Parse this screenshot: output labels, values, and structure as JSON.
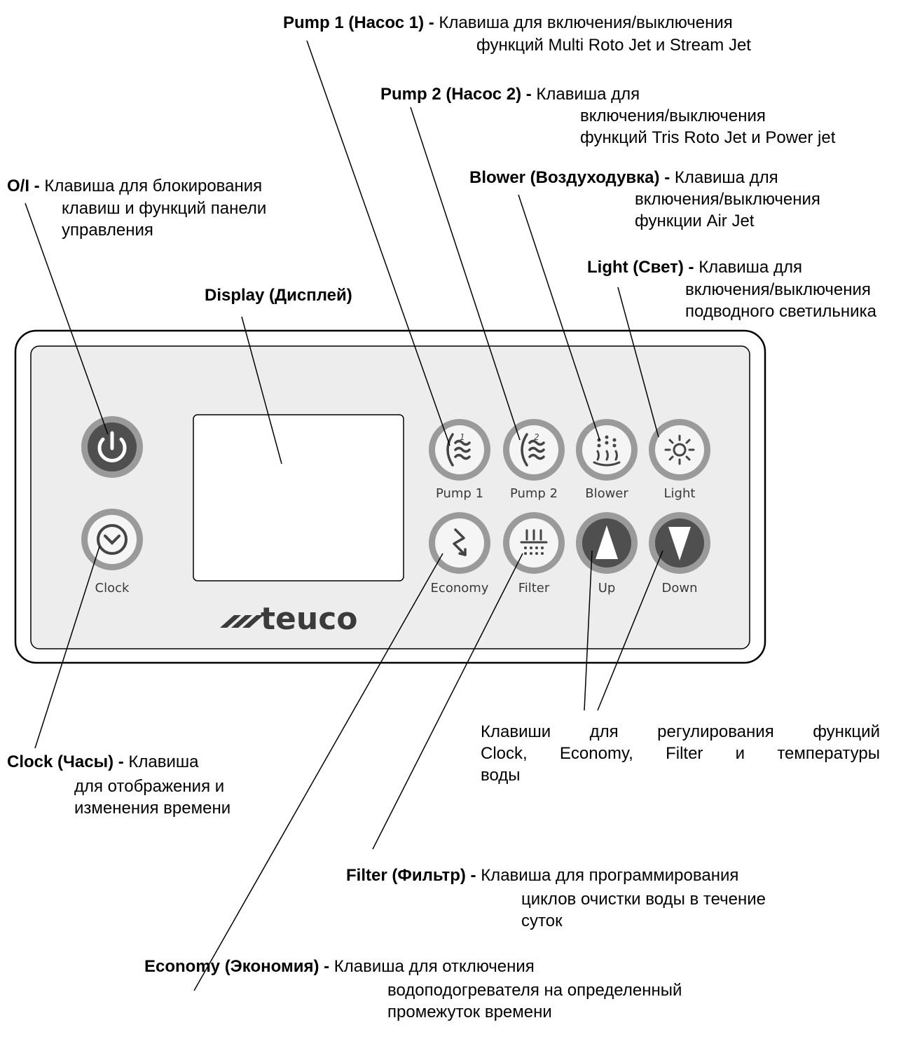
{
  "annotations": {
    "pump1": {
      "title": "Pump 1 (Насос 1) -",
      "lines": [
        "Клавиша для включения/выключения",
        "функций Multi Roto Jet и Stream Jet"
      ]
    },
    "pump2": {
      "title": "Pump 2 (Насос 2) -",
      "lines": [
        "Клавиша для",
        "включения/выключения",
        "функций Tris Roto Jet и Power jet"
      ]
    },
    "blower": {
      "title": "Blower (Воздуходувка) -",
      "lines": [
        "Клавиша для",
        "включения/выключения",
        "функции Air Jet"
      ]
    },
    "light": {
      "title": "Light (Свет) -",
      "lines": [
        "Клавиша для",
        "включения/выключения",
        "подводного светильника"
      ]
    },
    "onoff": {
      "title": "O/I -",
      "lines": [
        "Клавиша для блокирования",
        "клавиш и функций панели",
        "управления"
      ]
    },
    "display": {
      "title": "Display (Дисплей)"
    },
    "updown": {
      "lines": [
        "Клавиши для регулирования функций",
        "Clock, Economy, Filter и температуры",
        "воды"
      ]
    },
    "clock": {
      "title": "Clock (Часы) -",
      "lines": [
        "Клавиша",
        "для отображения и",
        "изменения времени"
      ]
    },
    "filter": {
      "title": "Filter (Фильтр) -",
      "lines": [
        "Клавиша для программирования",
        "циклов очистки воды в течение",
        "суток"
      ]
    },
    "economy": {
      "title": "Economy (Экономия) -",
      "lines": [
        "Клавиша для отключения",
        "водоподогревателя на определенный",
        "промежуток времени"
      ]
    }
  },
  "panel": {
    "brand": "teuco",
    "keys": {
      "pump1": "Pump 1",
      "pump2": "Pump 2",
      "blower": "Blower",
      "light": "Light",
      "clock": "Clock",
      "economy": "Economy",
      "filter": "Filter",
      "up": "Up",
      "down": "Down"
    }
  },
  "colors": {
    "panel_fill": "#ededed",
    "key_ring": "#9a9a9a",
    "key_dark": "#4f4f4f",
    "key_light": "#f5f5f5"
  }
}
